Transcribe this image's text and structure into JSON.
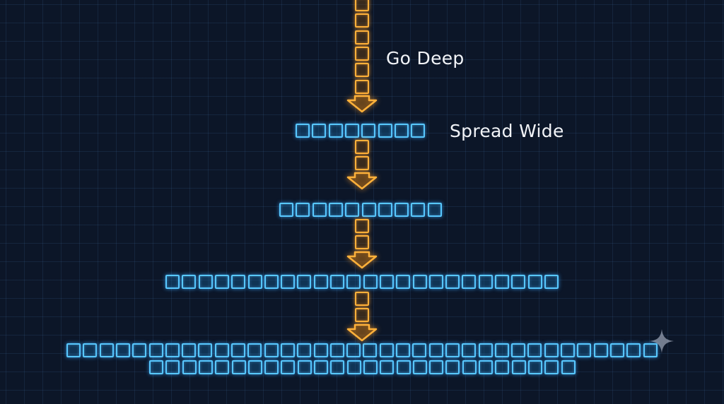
{
  "labels": {
    "go_deep": "Go Deep",
    "spread_wide": "Spread Wide"
  },
  "colors": {
    "background": "#0c1628",
    "grid": "#2a4260",
    "deep_accent": "#ffb13a",
    "wide_accent": "#58c8ff"
  },
  "icons": {
    "arrow": "down-arrow-icon",
    "sparkle": "sparkle-icon"
  },
  "diagram": {
    "arrows": [
      {
        "name": "top",
        "blocks": 6
      },
      {
        "name": "second",
        "blocks": 2
      },
      {
        "name": "third",
        "blocks": 2
      },
      {
        "name": "fourth",
        "blocks": 2
      }
    ],
    "rows": [
      {
        "name": "row-1",
        "blocks": 8
      },
      {
        "name": "row-2",
        "blocks": 10
      },
      {
        "name": "row-3",
        "blocks": 24
      },
      {
        "name": "row-4a",
        "blocks": 36
      },
      {
        "name": "row-4b",
        "blocks": 26
      }
    ]
  }
}
